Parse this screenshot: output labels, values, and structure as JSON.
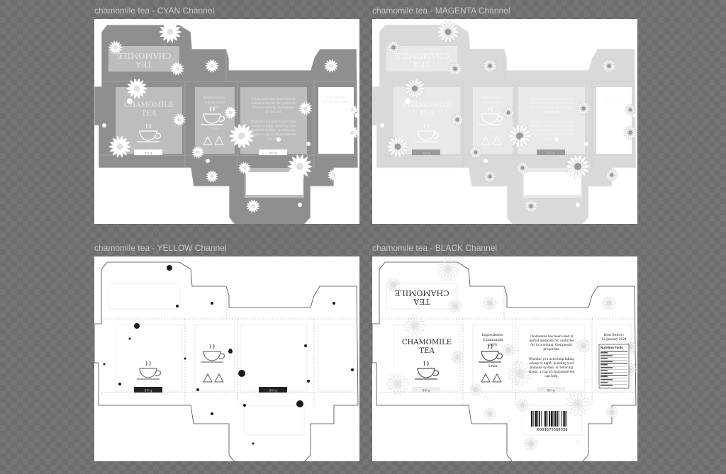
{
  "panels": [
    {
      "title": "chamomile tea - CYAN Channel",
      "channel": "cyan",
      "fill": "#8f8f8f",
      "face": "#bdbdbd",
      "weight": "#ffffff"
    },
    {
      "title": "chamomile tea - MAGENTA Channel",
      "channel": "magenta",
      "fill": "#d9d9d9",
      "face": "#e9e9e9",
      "weight": "#9a9a9a"
    },
    {
      "title": "chamomile tea - YELLOW Channel",
      "channel": "yellow",
      "fill": "#ffffff",
      "face": "#ffffff",
      "weight": "#222222"
    },
    {
      "title": "chamomile tea - BLACK Channel",
      "channel": "black",
      "fill": "#ffffff",
      "face": "#ffffff",
      "weight": "#e6e6e6"
    }
  ],
  "box": {
    "product_name_line1": "CHAMOMILE",
    "product_name_line2": "TEA",
    "flap_name": "TEA CHAMOMILE",
    "weight": "50 g",
    "ingredients_heading": "Ingredients:",
    "ingredients_value": "Chamomile",
    "ingredients_percent": "100%",
    "brew_time": "5 min",
    "description_1": [
      "Chamomile has been used in",
      "herbal medicine for centuries",
      "for its soothing, therapeutic",
      "properties."
    ],
    "description_2": [
      "Whether you need help falling",
      "asleep at night, boosting your",
      "immune system, or reducing",
      "stress, a cup of chamomile tea",
      "can help."
    ],
    "best_before_label": "Best Before:",
    "best_before_date": "12 January 2024",
    "nutrition_title": "Nutrition Facts",
    "barcode_number": "6009675500338"
  },
  "icons": [
    "chamomile-flower-icon",
    "teacup-icon",
    "recycle-icon",
    "pet-recycle-icon"
  ]
}
